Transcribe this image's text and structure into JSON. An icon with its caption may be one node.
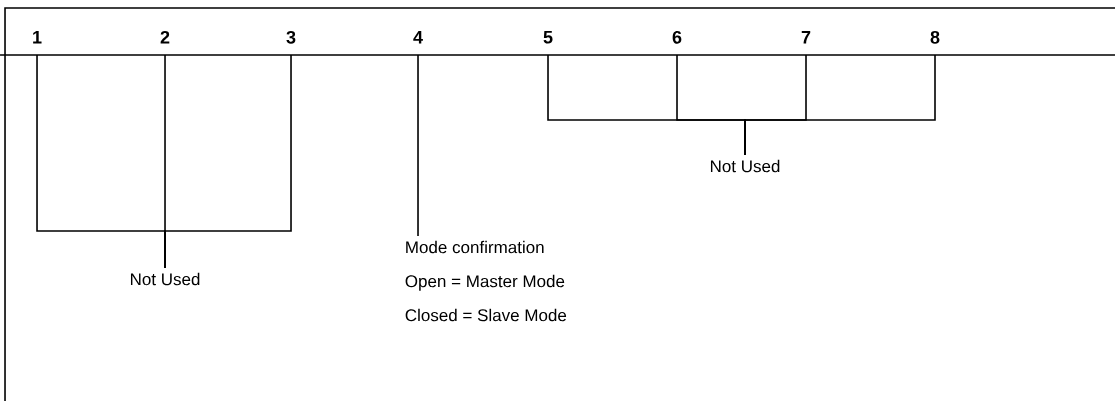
{
  "diagram": {
    "nodes": [
      {
        "text": [
          "1"
        ]
      },
      {
        "text": [
          "2"
        ]
      },
      {
        "text": [
          "3"
        ]
      },
      {
        "text": [
          "4"
        ]
      },
      {
        "text": [
          "5"
        ]
      },
      {
        "text": [
          "6"
        ]
      },
      {
        "text": [
          "7"
        ]
      },
      {
        "text": [
          "8"
        ]
      },
      {
        "text": [
          "Not Used"
        ]
      },
      {
        "text": [
          "Mode confirmation",
          "Open = Master Mode",
          "Closed = Slave Mode"
        ]
      },
      {
        "text": [
          "Not Used"
        ]
      }
    ],
    "edges": [
      {
        "from": 0,
        "to": 10,
        "arrow": "none"
      },
      {
        "from": 1,
        "to": 10,
        "arrow": "none"
      },
      {
        "from": 2,
        "to": 10,
        "arrow": "none"
      },
      {
        "from": 3,
        "to": 9,
        "arrow": "none"
      },
      {
        "from": 4,
        "to": 8,
        "arrow": "none"
      },
      {
        "from": 5,
        "to": 8,
        "arrow": "none"
      },
      {
        "from": 6,
        "to": 8,
        "arrow": "none"
      },
      {
        "from": 7,
        "to": 8,
        "arrow": "none"
      }
    ]
  }
}
